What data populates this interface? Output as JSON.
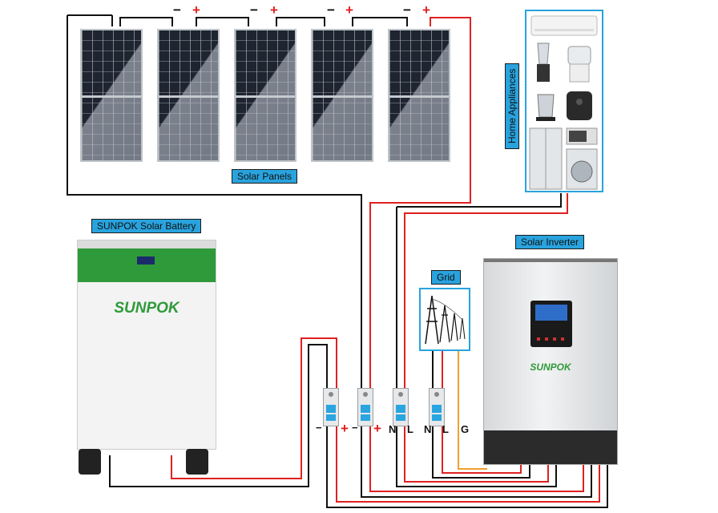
{
  "labels": {
    "solar_panels": "Solar Panels",
    "home_appliances": "Home Appliances",
    "battery": "SUNPOK Solar Battery",
    "inverter": "Solar Inverter",
    "grid": "Grid"
  },
  "battery_logo": "SUNPOK",
  "inverter_logo": "SUNPOK",
  "panel_signs": {
    "minus": "−",
    "plus": "+"
  },
  "terminals": {
    "battery_minus": "−",
    "battery_plus": "+",
    "pv_minus": "−",
    "pv_plus": "+",
    "out_n": "N",
    "out_l": "L",
    "grid_n": "N",
    "grid_l": "L",
    "grid_g": "G"
  },
  "colors": {
    "label_bg": "#29a3de",
    "positive_wire": "#e02020",
    "negative_wire": "#111111",
    "ground_wire": "#f0a030",
    "battery_green": "#2f9a3a"
  },
  "appliance_icons": [
    "air-conditioner-icon",
    "blender-icon",
    "food-processor-icon",
    "kettle-icon",
    "air-fryer-icon",
    "refrigerator-icon",
    "microwave-icon",
    "washing-machine-icon"
  ]
}
